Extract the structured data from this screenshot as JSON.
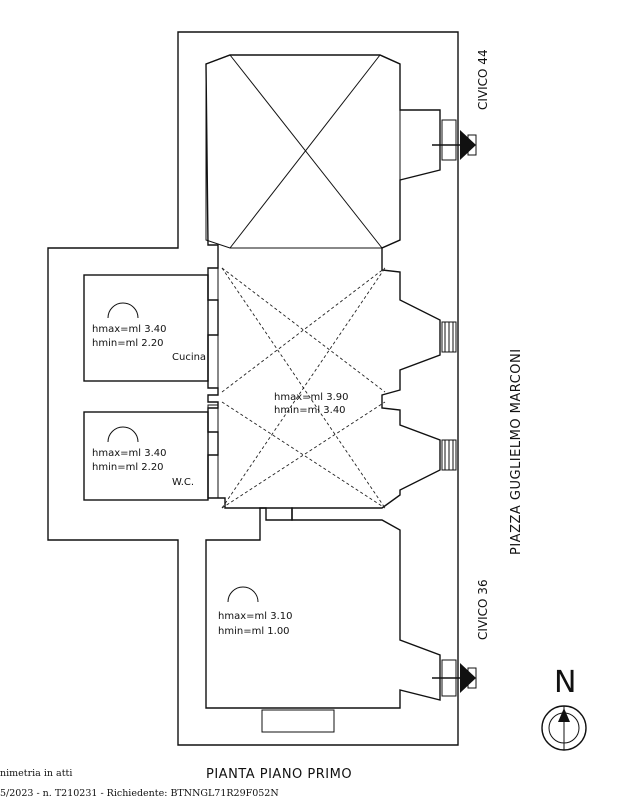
{
  "plan": {
    "title": "PIANTA PIANO PRIMO",
    "street": "PIAZZA GUGLIELMO MARCONI",
    "civico_top": "CIVICO 44",
    "civico_bottom": "CIVICO 36",
    "north": "N"
  },
  "rooms": {
    "cucina": {
      "name": "Cucina",
      "hmax": "hmax=ml 3.40",
      "hmin": "hmin=ml 2.20"
    },
    "wc": {
      "name": "W.C.",
      "hmax": "hmax=ml 3.40",
      "hmin": "hmin=ml 2.20"
    },
    "central": {
      "hmax": "hmax=ml 3.90",
      "hmin": "hmin=ml 3.40"
    },
    "south": {
      "hmax": "hmax=ml 3.10",
      "hmin": "hmin=ml 1.00"
    }
  },
  "footer": {
    "line1": "nimetria in atti",
    "line2": "5/2023 - n. T210231 - Richiedente: BTNNGL71R29F052N"
  }
}
